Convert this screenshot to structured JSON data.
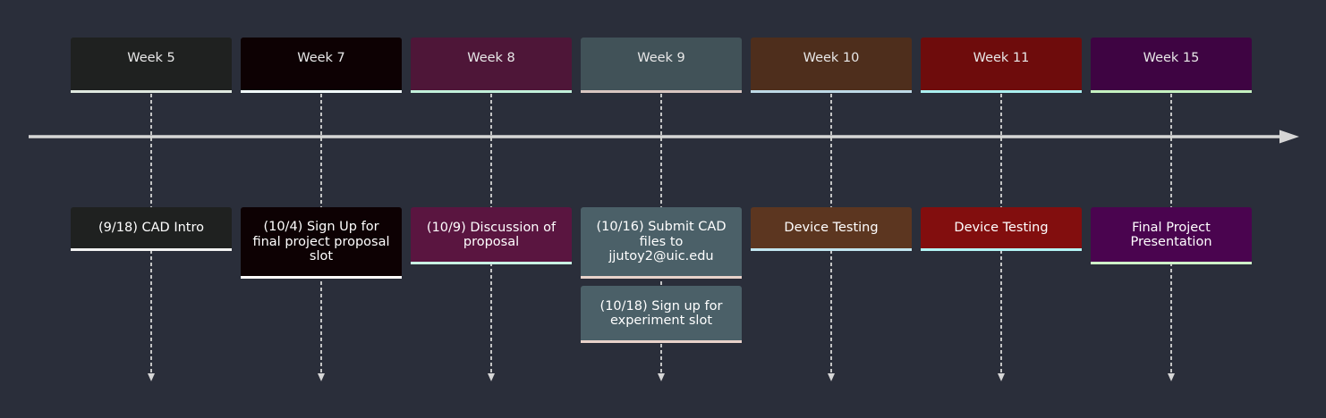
{
  "timeline": {
    "axis_color": "#d6d6d6",
    "connector_color": "#d6d6d6",
    "periods": [
      {
        "label": "Week 5",
        "header_color": "#1f2120",
        "header_border": "#dfe8df",
        "events": [
          {
            "text": "(9/18) CAD Intro",
            "color": "#1f2120",
            "border": "#f2f2f2"
          }
        ]
      },
      {
        "label": "Week 7",
        "header_color": "#0d0103",
        "header_border": "#f2fdfd",
        "events": [
          {
            "text": "(10/4) Sign Up for final project proposal slot",
            "color": "#0d0103",
            "border": "#fffcfc"
          }
        ]
      },
      {
        "label": "Week 8",
        "header_color": "#4e1638",
        "header_border": "#c2f0da",
        "events": [
          {
            "text": "(10/9) Discussion of proposal",
            "color": "#5a1540",
            "border": "#c9f3e4"
          }
        ]
      },
      {
        "label": "Week 9",
        "header_color": "#415258",
        "header_border": "#d8c6c0",
        "events": [
          {
            "text": "(10/16) Submit CAD files to jjutoy2@uic.edu",
            "color": "#4b6068",
            "border": "#e8d2ca"
          },
          {
            "text": "(10/18) Sign up for experiment slot",
            "color": "#4b6068",
            "border": "#e8d2ca"
          }
        ]
      },
      {
        "label": "Week 10",
        "header_color": "#4e2e1c",
        "header_border": "#bed9e6",
        "events": [
          {
            "text": "Device Testing",
            "color": "#5c3620",
            "border": "#c2e6f0"
          }
        ]
      },
      {
        "label": "Week 11",
        "header_color": "#6e0c0c",
        "header_border": "#aaf0f0",
        "events": [
          {
            "text": "Device Testing",
            "color": "#820e0e",
            "border": "#b2f4f4"
          }
        ]
      },
      {
        "label": "Week 15",
        "header_color": "#3e0442",
        "header_border": "#c5f2c0",
        "events": [
          {
            "text": "Final Project Presentation",
            "color": "#4a044f",
            "border": "#cff7c9"
          }
        ]
      }
    ]
  }
}
